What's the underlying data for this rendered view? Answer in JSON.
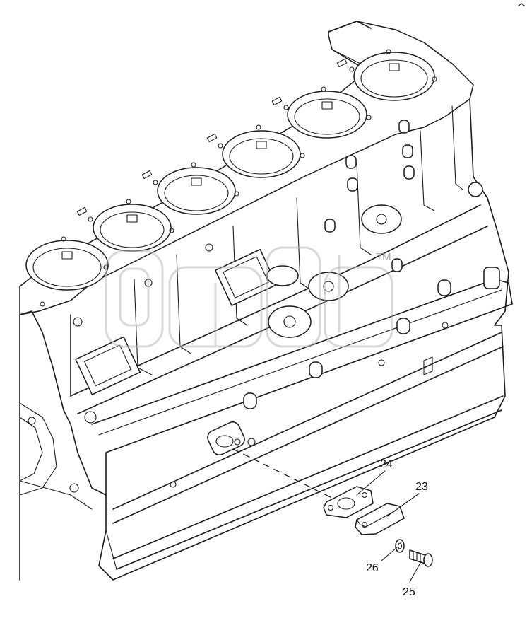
{
  "diagram": {
    "callouts": [
      "24",
      "23",
      "26",
      "25"
    ],
    "watermark_mark": "TM",
    "colors": {
      "line": "#1a1a1a",
      "background": "#ffffff",
      "watermark": "#b8b8b8"
    }
  }
}
